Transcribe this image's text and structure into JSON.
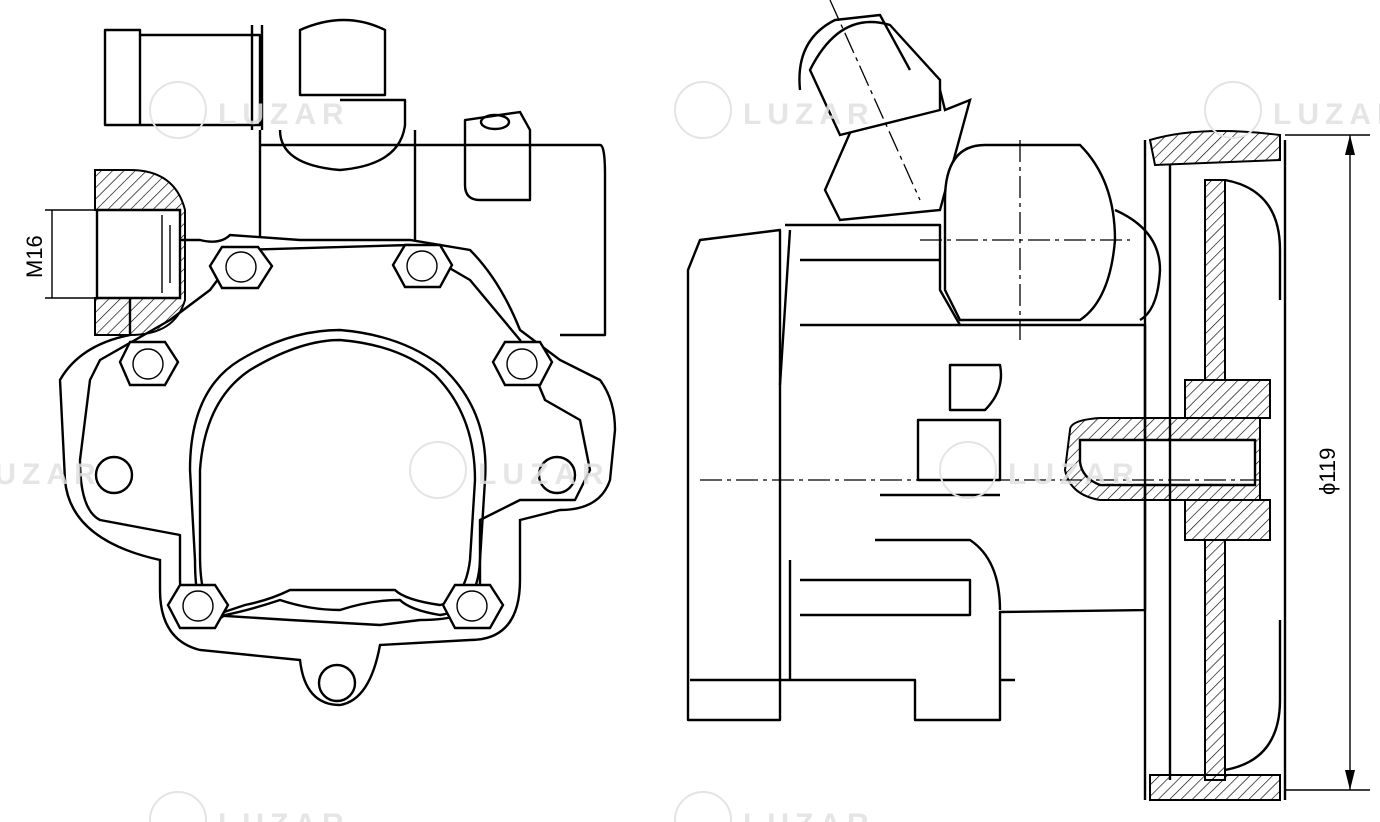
{
  "drawing": {
    "title": "Power steering pump dimension drawing",
    "dimensions": {
      "thread": "M16",
      "pulley_diameter": "ϕ119"
    },
    "watermark": "LUZAR"
  }
}
